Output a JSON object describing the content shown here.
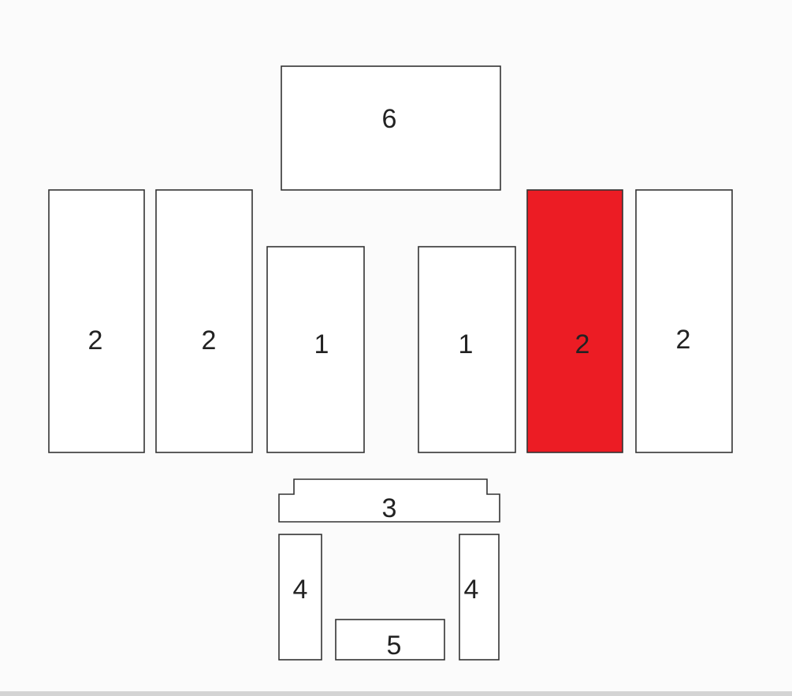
{
  "diagram": {
    "highlight_color": "#ec1c24",
    "pieces": [
      {
        "id": "top",
        "label": "6",
        "highlighted": false
      },
      {
        "id": "left-outer",
        "label": "2",
        "highlighted": false
      },
      {
        "id": "left-inner",
        "label": "2",
        "highlighted": false
      },
      {
        "id": "center-left",
        "label": "1",
        "highlighted": false
      },
      {
        "id": "center-right",
        "label": "1",
        "highlighted": false
      },
      {
        "id": "right-inner",
        "label": "2",
        "highlighted": true
      },
      {
        "id": "right-outer",
        "label": "2",
        "highlighted": false
      },
      {
        "id": "lintel",
        "label": "3",
        "highlighted": false
      },
      {
        "id": "side-left",
        "label": "4",
        "highlighted": false
      },
      {
        "id": "side-right",
        "label": "4",
        "highlighted": false
      },
      {
        "id": "base",
        "label": "5",
        "highlighted": false
      }
    ]
  }
}
